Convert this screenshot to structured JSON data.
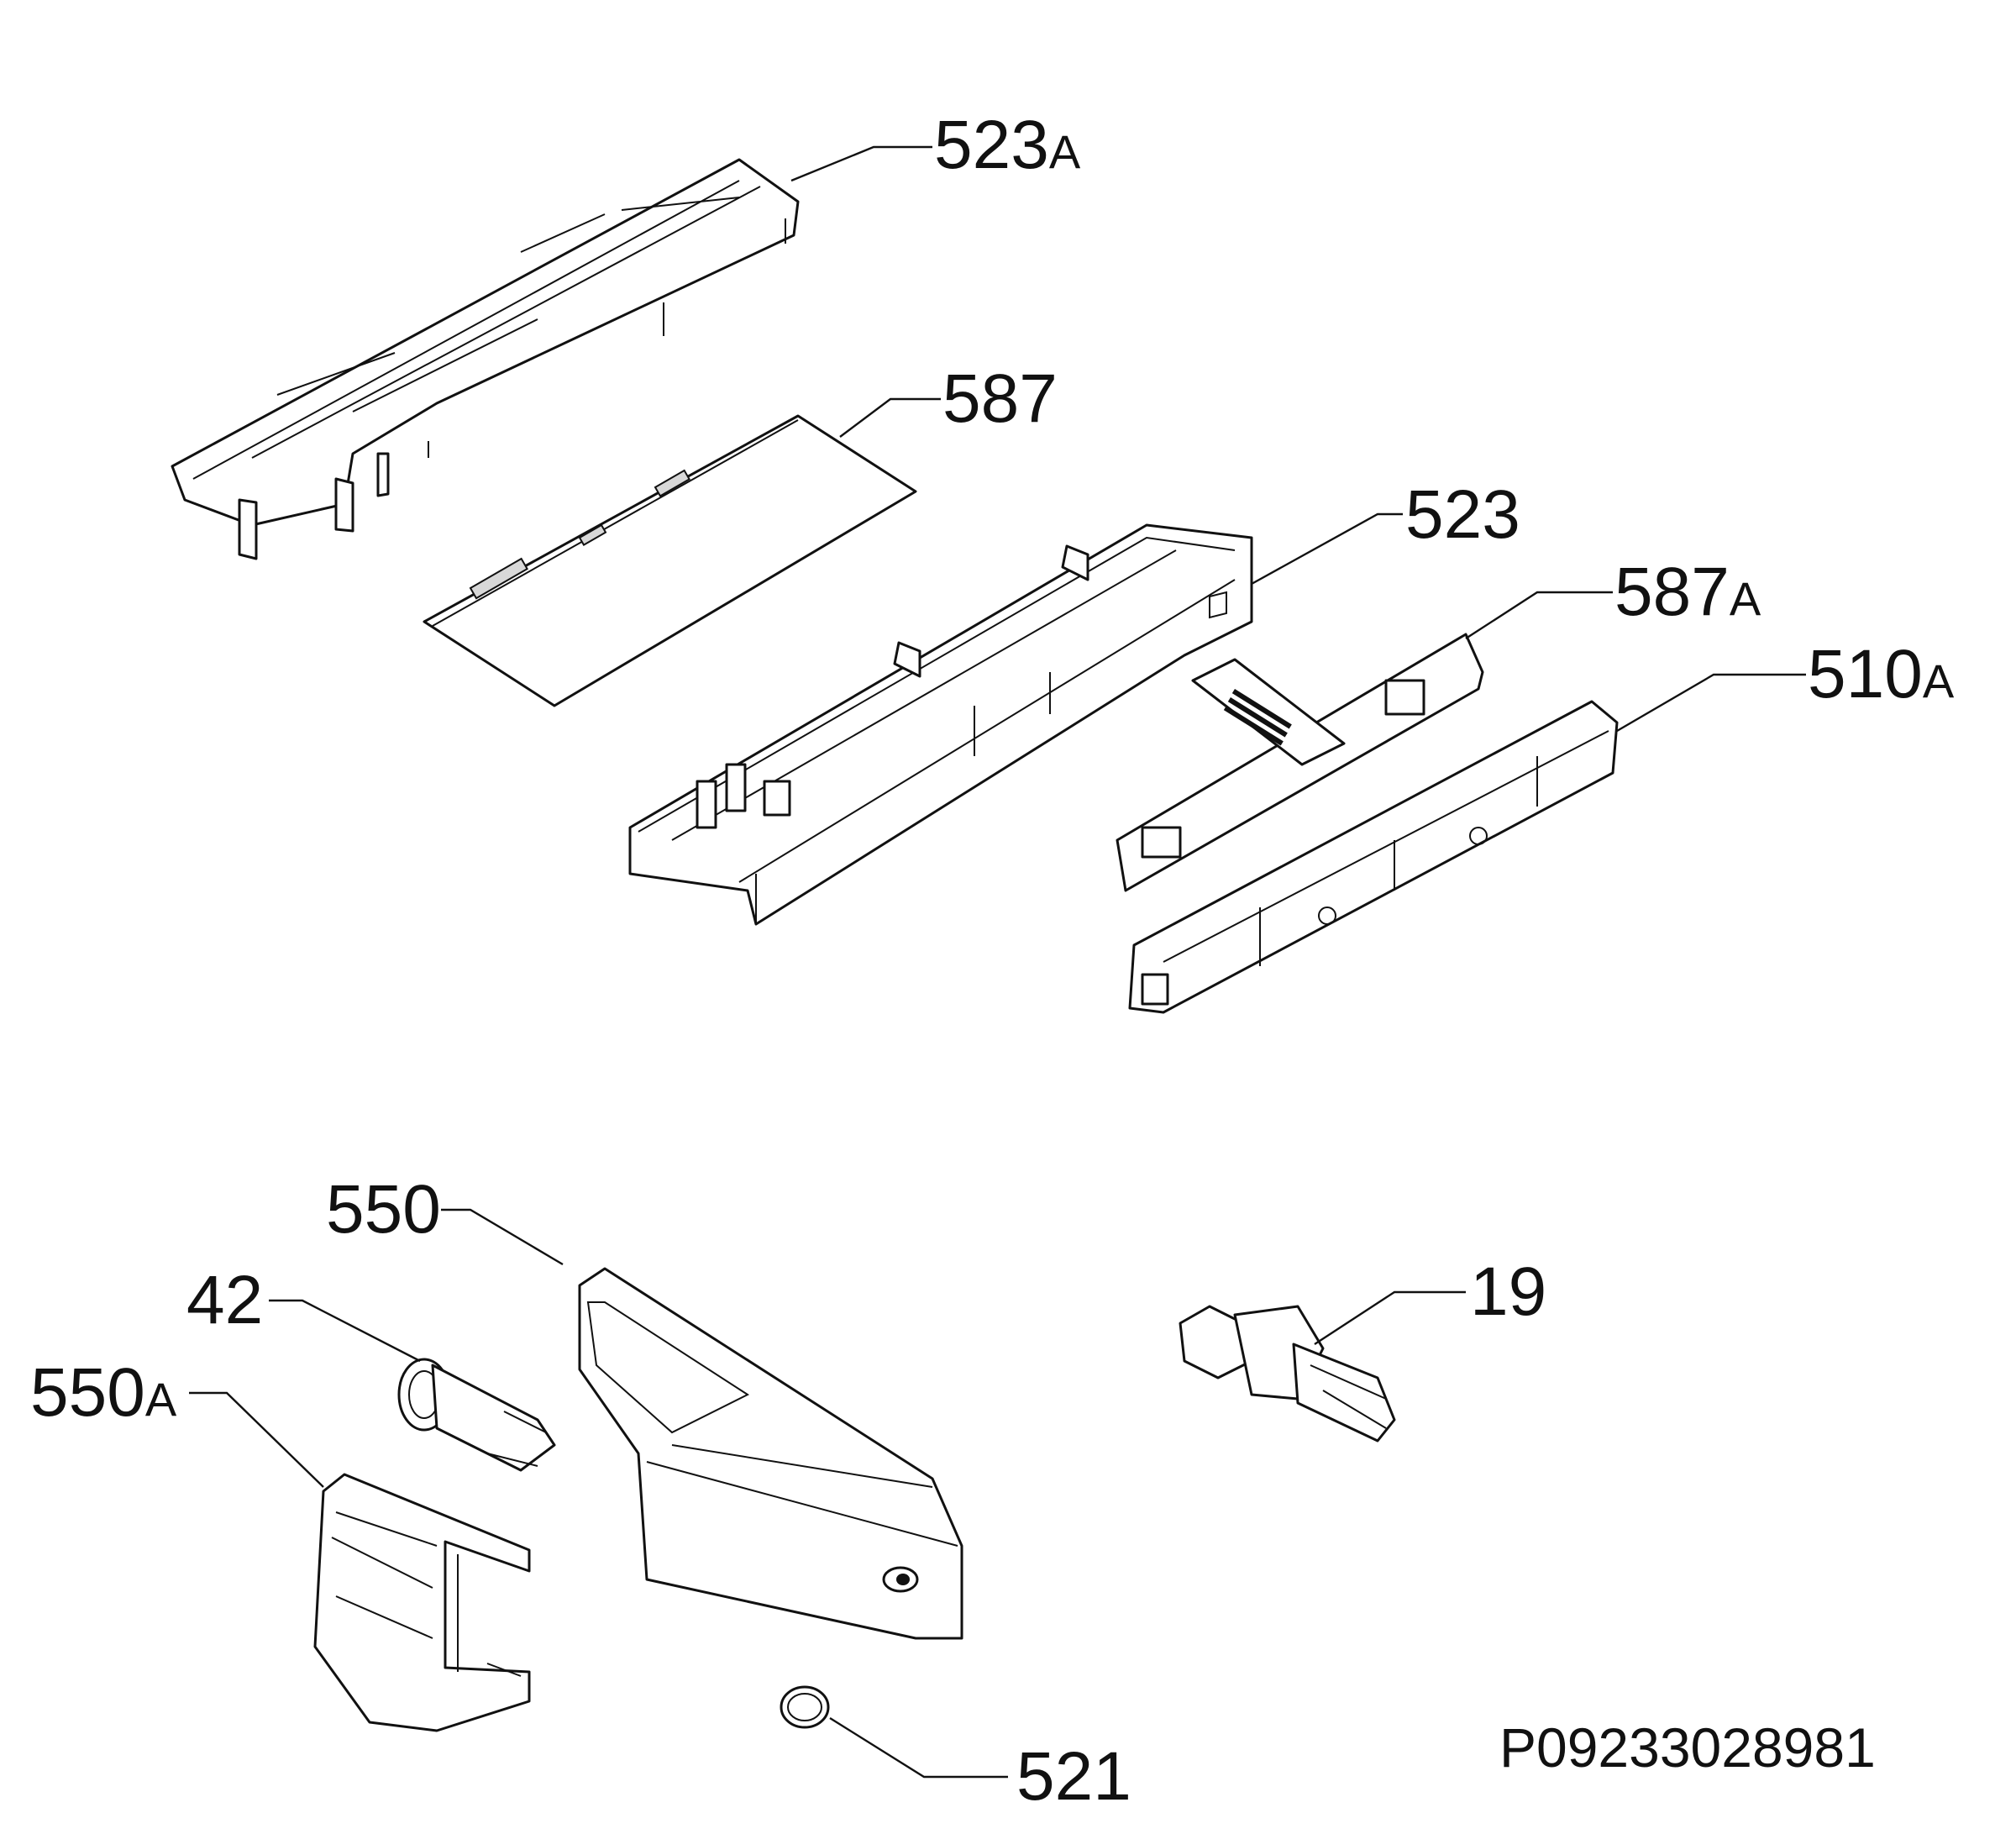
{
  "labels": {
    "l523a": {
      "num": "523",
      "suffix": "A"
    },
    "l587": {
      "num": "587"
    },
    "l523": {
      "num": "523"
    },
    "l587a": {
      "num": "587",
      "suffix": "A"
    },
    "l510a": {
      "num": "510",
      "suffix": "A"
    },
    "l550": {
      "num": "550"
    },
    "l42": {
      "num": "42"
    },
    "l550a": {
      "num": "550",
      "suffix": "A"
    },
    "l19": {
      "num": "19"
    },
    "l521": {
      "num": "521"
    }
  },
  "drawing_code": "P09233028981",
  "colors": {
    "line": "#111111",
    "background": "#ffffff"
  }
}
